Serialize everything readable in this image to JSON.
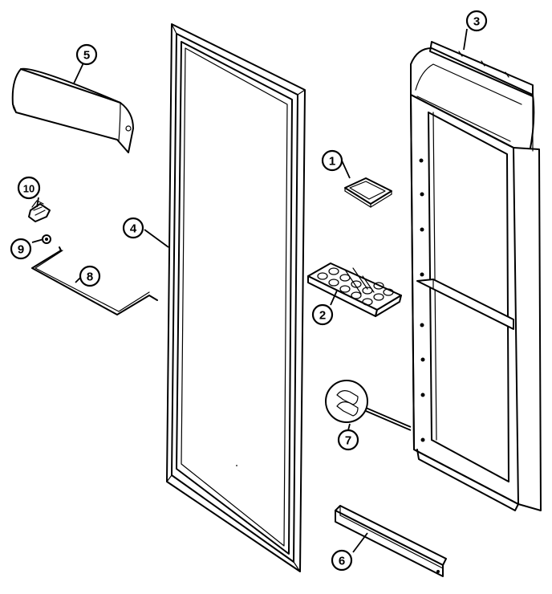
{
  "diagram": {
    "parts": [
      {
        "key": "p1",
        "number": "1"
      },
      {
        "key": "p2",
        "number": "2"
      },
      {
        "key": "p3",
        "number": "3"
      },
      {
        "key": "p4",
        "number": "4"
      },
      {
        "key": "p5",
        "number": "5"
      },
      {
        "key": "p6",
        "number": "6"
      },
      {
        "key": "p7",
        "number": "7"
      },
      {
        "key": "p8",
        "number": "8"
      },
      {
        "key": "p9",
        "number": "9"
      },
      {
        "key": "p10",
        "number": "10"
      }
    ]
  }
}
